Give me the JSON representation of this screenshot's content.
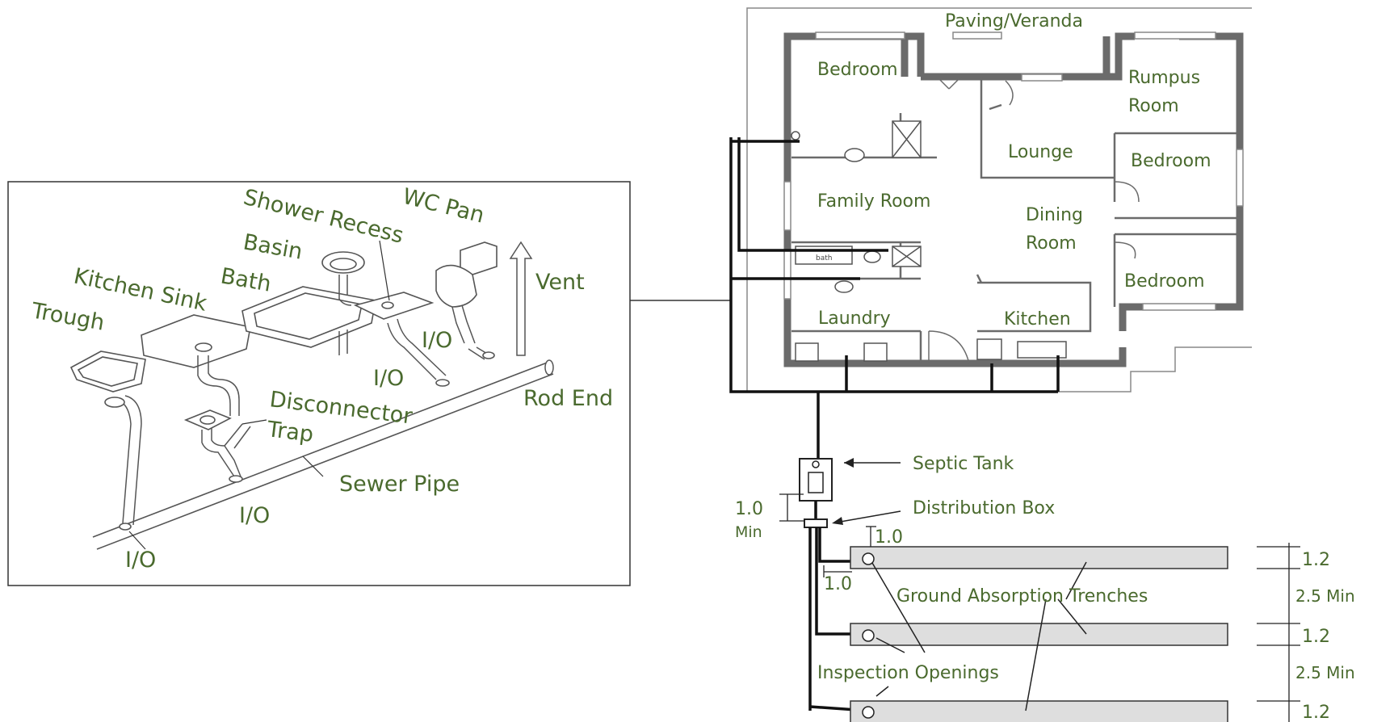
{
  "inset": {
    "labels": {
      "shower_recess": "Shower Recess",
      "wc_pan": "WC Pan",
      "basin": "Basin",
      "bath": "Bath",
      "vent": "Vent",
      "kitchen_sink": "Kitchen Sink",
      "trough": "Trough",
      "io_1": "I/O",
      "io_2": "I/O",
      "io_3": "I/O",
      "io_4": "I/O",
      "rod_end": "Rod End",
      "disconnector": "Disconnector",
      "trap": "Trap",
      "sewer_pipe": "Sewer Pipe"
    }
  },
  "plan": {
    "rooms": {
      "paving_veranda": "Paving/Veranda",
      "bedroom_nw": "Bedroom",
      "rumpus_room_line1": "Rumpus",
      "rumpus_room_line2": "Room",
      "lounge": "Lounge",
      "bedroom_e1": "Bedroom",
      "family_room": "Family Room",
      "dining_line1": "Dining",
      "dining_line2": "Room",
      "bedroom_e2": "Bedroom",
      "laundry": "Laundry",
      "kitchen": "Kitchen",
      "bath_tag": "bath"
    }
  },
  "septic": {
    "septic_tank": "Septic Tank",
    "distribution_box": "Distribution Box",
    "dim_min_value": "1.0",
    "dim_min_label": "Min",
    "dim_1_0_a": "1.0",
    "dim_1_0_b": "1.0",
    "trenches_label": "Ground Absorption Trenches",
    "inspection_openings": "Inspection Openings",
    "trench_width_1": "1.2",
    "trench_width_2": "1.2",
    "trench_width_3": "1.2",
    "spacing_1": "2.5 Min",
    "spacing_2": "2.5 Min"
  }
}
